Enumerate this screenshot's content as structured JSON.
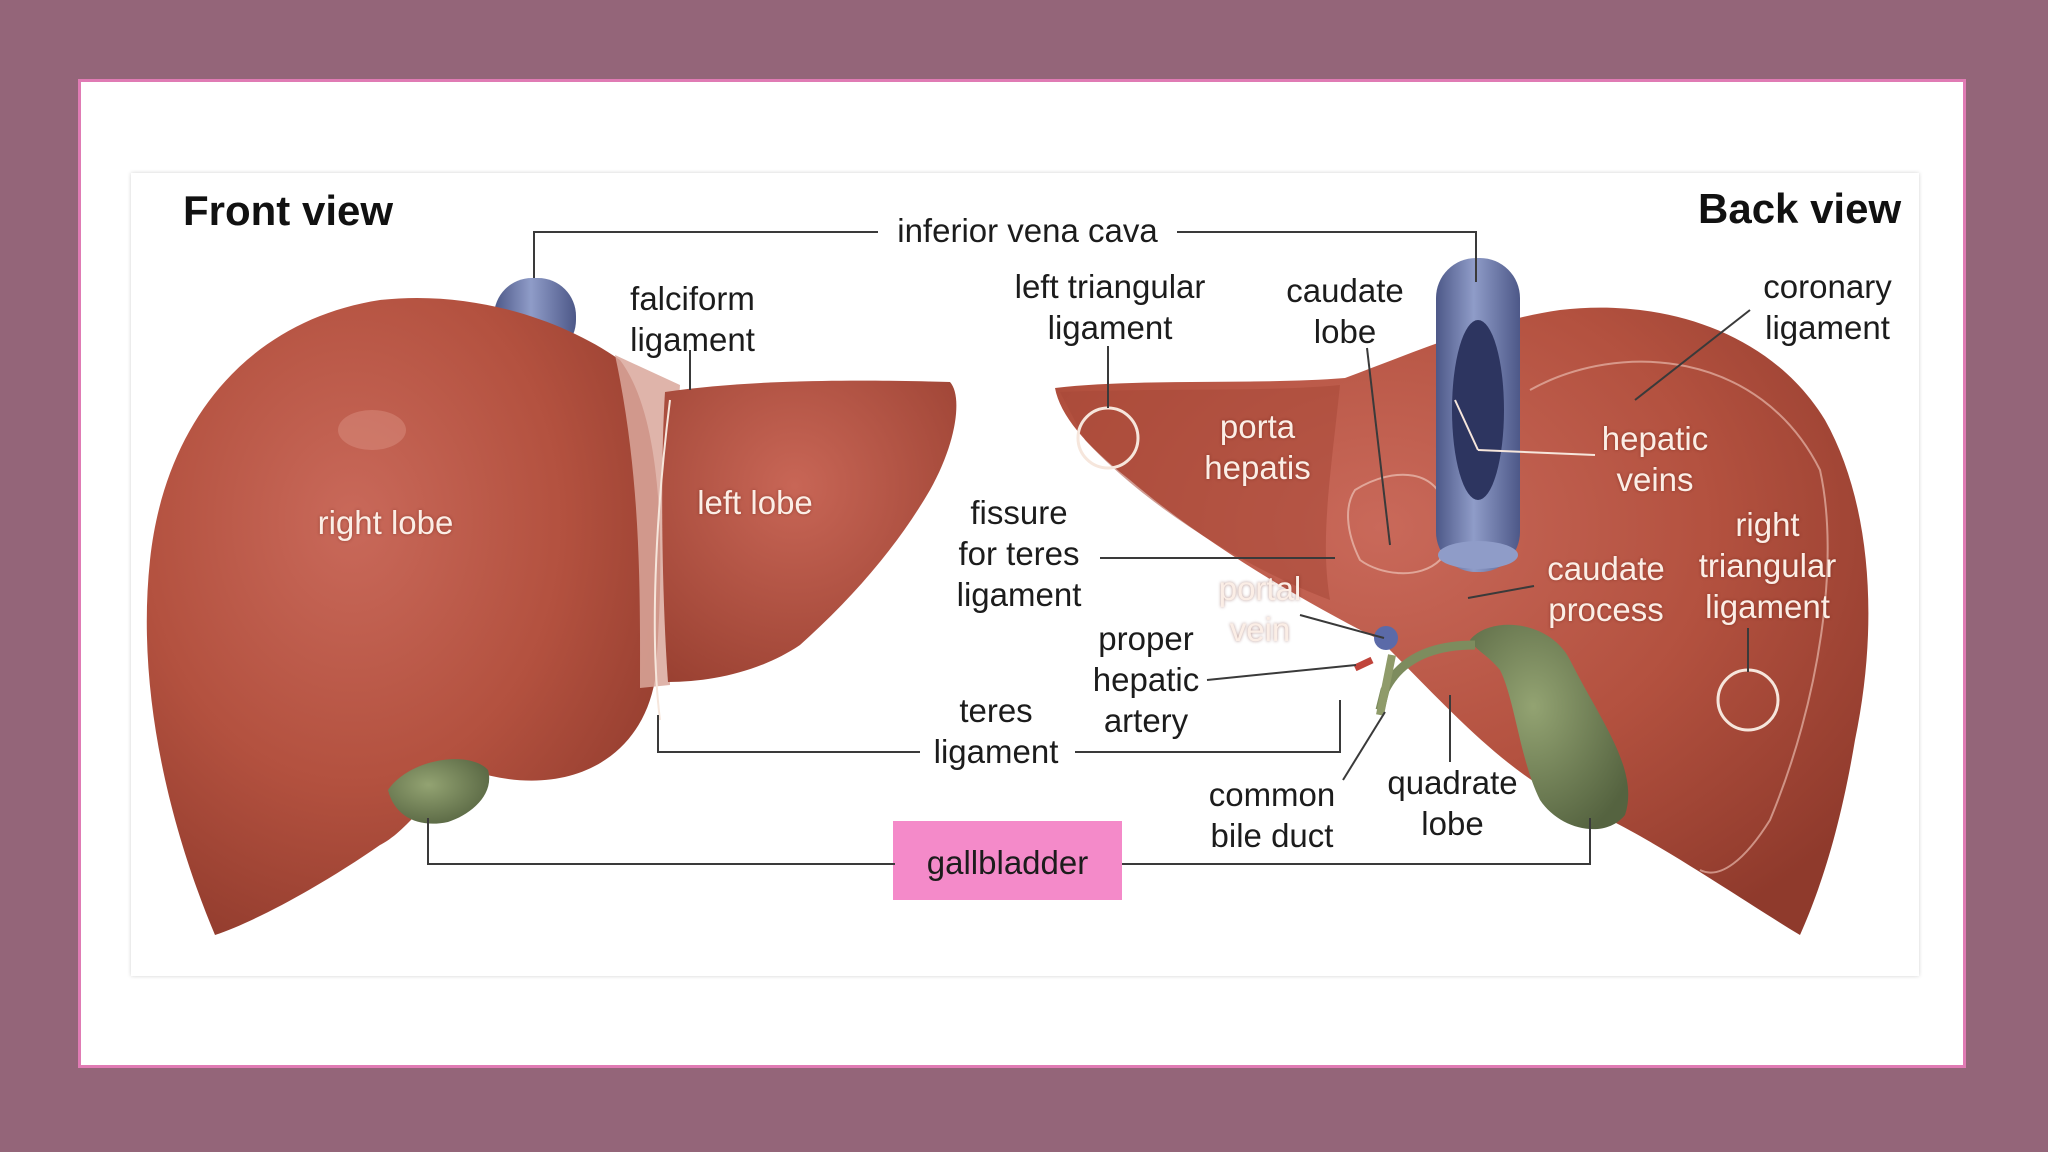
{
  "titles": {
    "front": "Front view",
    "back": "Back view"
  },
  "labels": {
    "ivc": "inferior vena cava",
    "falciform": "falciform\nligament",
    "right_lobe": "right lobe",
    "left_lobe": "left lobe",
    "left_triangular": "left triangular\nligament",
    "caudate_lobe": "caudate\nlobe",
    "coronary": "coronary\nligament",
    "porta_hepatis": "porta\nhepatis",
    "hepatic_veins": "hepatic\nveins",
    "fissure": "fissure\nfor teres\nligament",
    "portal_vein": "portal\nvein",
    "caudate_process": "caudate\nprocess",
    "right_triangular": "right\ntriangular\nligament",
    "proper_hepatic_artery": "proper\nhepatic\nartery",
    "teres": "teres\nligament",
    "common_bile_duct": "common\nbile duct",
    "quadrate_lobe": "quadrate\nlobe",
    "gallbladder": "gallbladder"
  },
  "colors": {
    "background": "#946579",
    "frame_border": "#e07bb4",
    "highlight": "#f48ac9",
    "liver": "#b5533f",
    "gallbladder": "#6f7f54",
    "vena_cava": "#6b78a6"
  }
}
